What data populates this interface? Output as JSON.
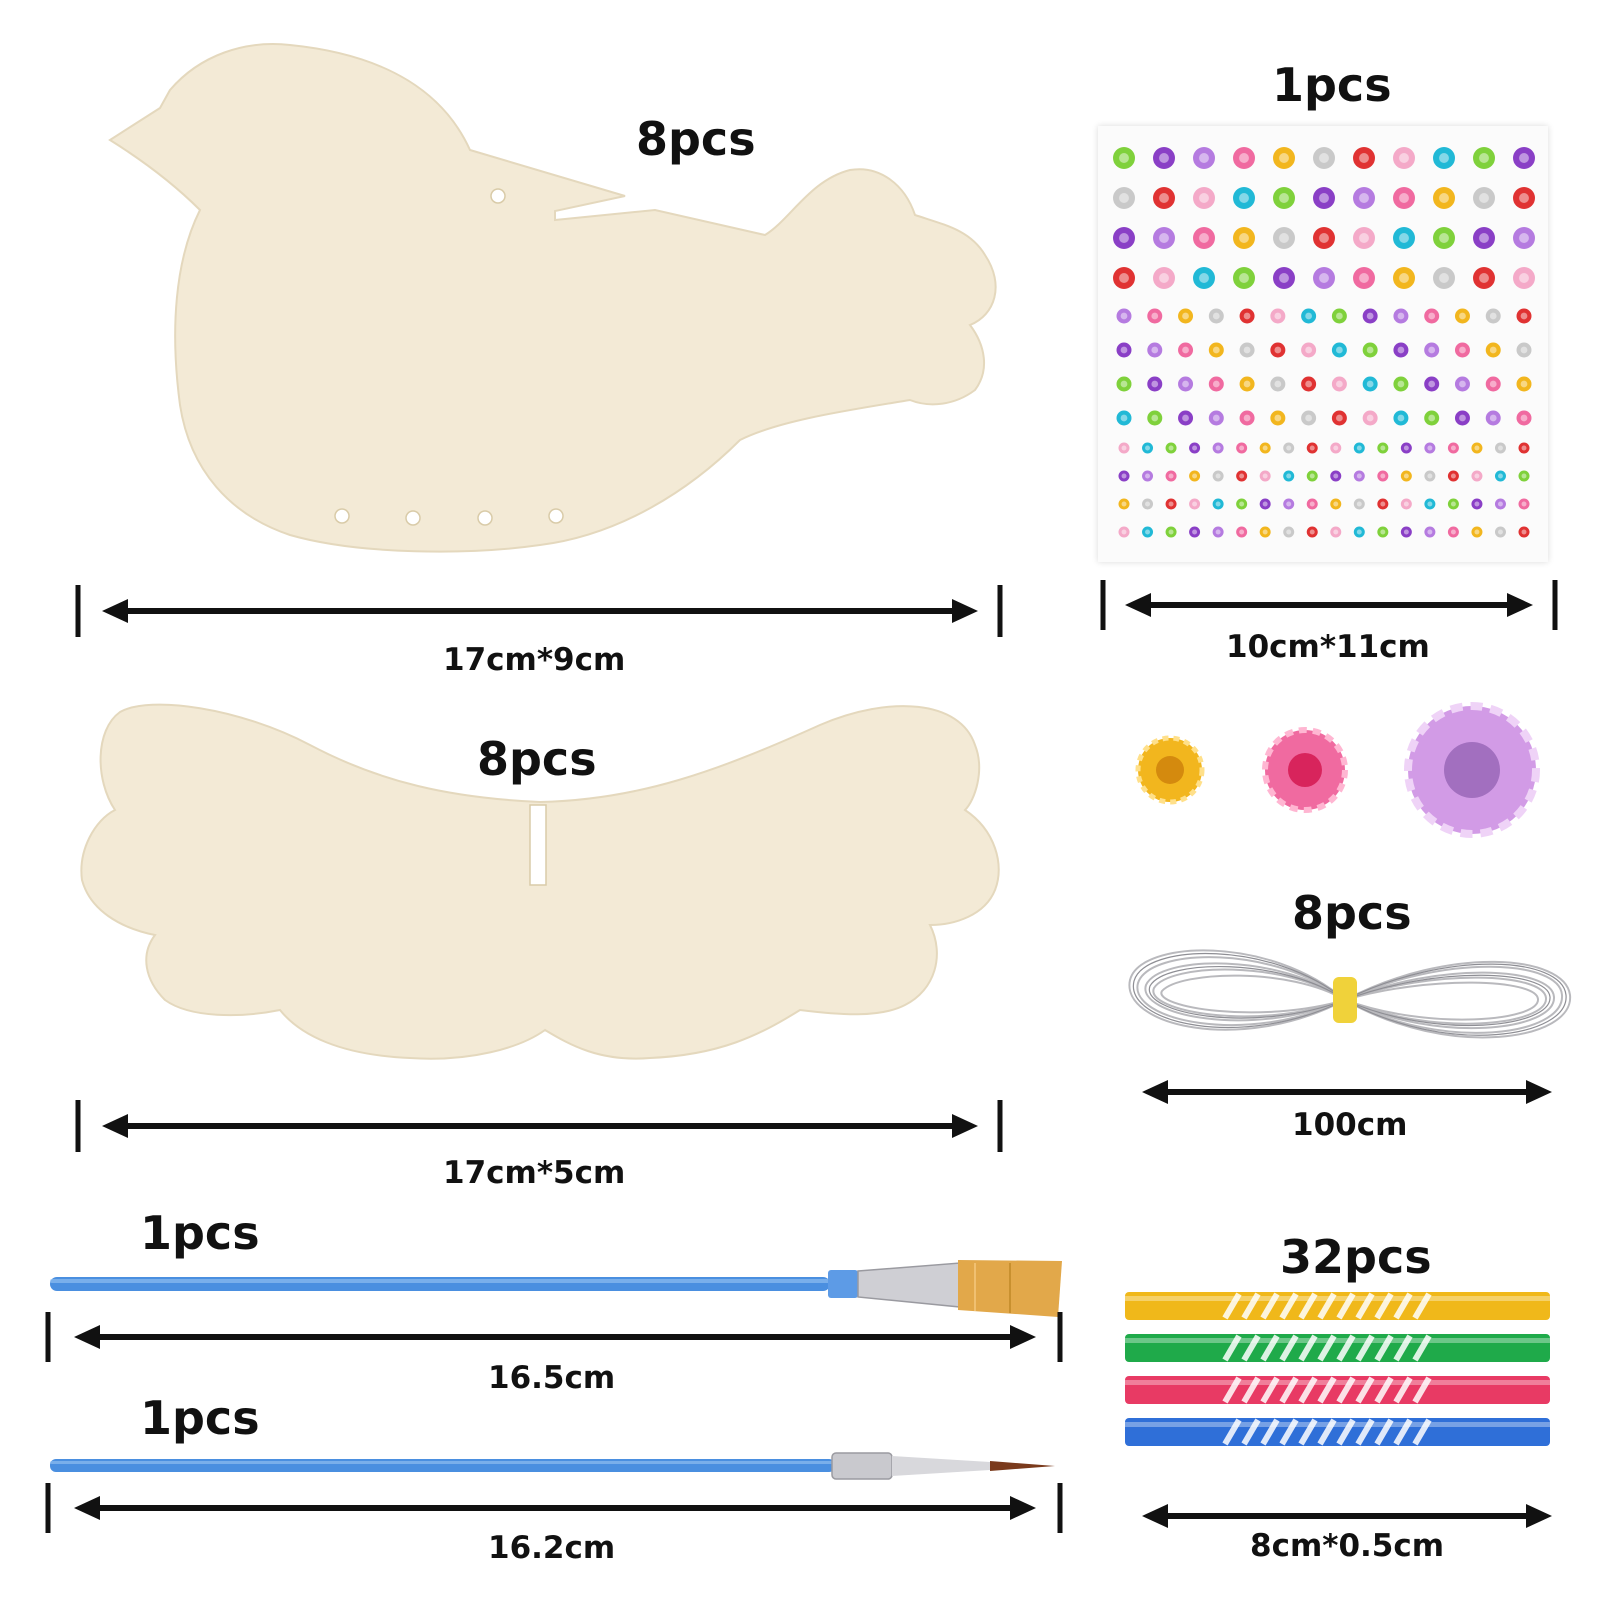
{
  "items": {
    "bird_body": {
      "quantity": "8pcs",
      "size": "17cm*9cm"
    },
    "bird_wings": {
      "quantity": "8pcs",
      "size": "17cm*5cm"
    },
    "brush_flat": {
      "quantity": "1pcs",
      "size": "16.5cm"
    },
    "brush_round": {
      "quantity": "1pcs",
      "size": "16.2cm"
    },
    "gem_sheet": {
      "quantity": "1pcs",
      "size": "10cm*11cm"
    },
    "silver_string": {
      "quantity": "8pcs",
      "size": "100cm"
    },
    "tubes": {
      "quantity": "32pcs",
      "size": "8cm*0.5cm"
    }
  },
  "colors": {
    "wood": "#f3ead6",
    "wood_edge": "#e4d8bd",
    "brush_handle": "#4a8fe0",
    "gem_palette": [
      "#7fd13b",
      "#f2b61e",
      "#21b9d6",
      "#f06aa0",
      "#f4a9c8",
      "#b57be0",
      "#e03232",
      "#8a3fc6",
      "#c9c9c9"
    ],
    "tubes": [
      "#f0b81a",
      "#1faa4a",
      "#e83a64",
      "#2f6fd8"
    ]
  }
}
